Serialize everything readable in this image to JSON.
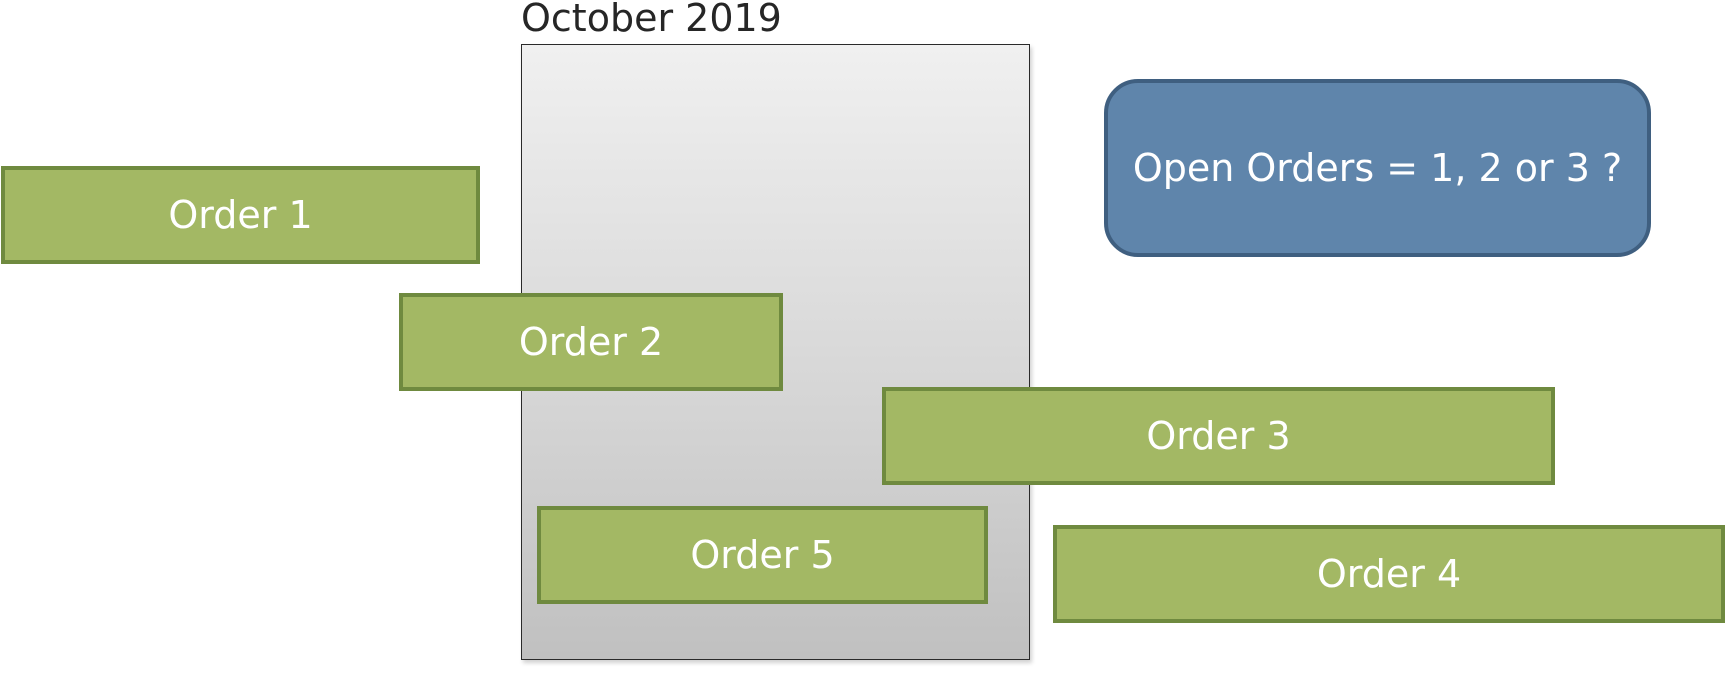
{
  "month": {
    "title": "October 2019"
  },
  "orders": {
    "order_1": "Order 1",
    "order_2": "Order 2",
    "order_3": "Order 3",
    "order_4": "Order 4",
    "order_5": "Order 5"
  },
  "callout": {
    "text": "Open Orders = 1, 2 or 3 ?"
  },
  "colors": {
    "order_fill": "#a3b864",
    "order_border": "#6f8a3f",
    "callout_fill": "#5f85ab",
    "callout_border": "#3f5f80",
    "month_box_border": "#2a2a2a"
  }
}
